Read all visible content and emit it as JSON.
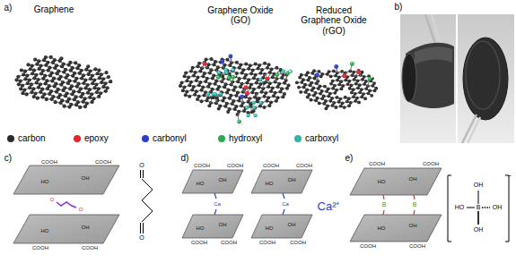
{
  "diagram": {
    "labels": [
      "a)",
      "Graphene",
      "Graphene Oxide (GO)",
      "Reduced Graphene Oxide (rGO)",
      "b)",
      "c)",
      "d)",
      "e)",
      "Ca²⁺",
      "O",
      "O",
      "OH",
      "HO",
      "B",
      "OH",
      "OH",
      "-",
      "O",
      "O",
      "Ca",
      "Ca",
      "B",
      "B",
      "COOH",
      "HO",
      "OH",
      "COOH",
      "COOH",
      "HO",
      "OH",
      "COOH",
      "COOH",
      "HO",
      "OH",
      "COOH",
      "COOH",
      "HO",
      "OH",
      "COOH",
      "COOH",
      "HO",
      "OH",
      "COOH",
      "COOH",
      "HO",
      "OH",
      "COOH",
      "COOH",
      "HO",
      "OH",
      "COOH",
      "COOH",
      "HO",
      "OH",
      "COOH"
    ],
    "legend": [
      {
        "text": "carbon",
        "color": "#2b2b2b"
      },
      {
        "text": "epoxy",
        "color": "#e3262b"
      },
      {
        "text": "carbonyl",
        "color": "#2a3fc9"
      },
      {
        "text": "hydroxyl",
        "color": "#2fa84f"
      },
      {
        "text": "carboxyl",
        "color": "#35b2a6"
      }
    ]
  }
}
